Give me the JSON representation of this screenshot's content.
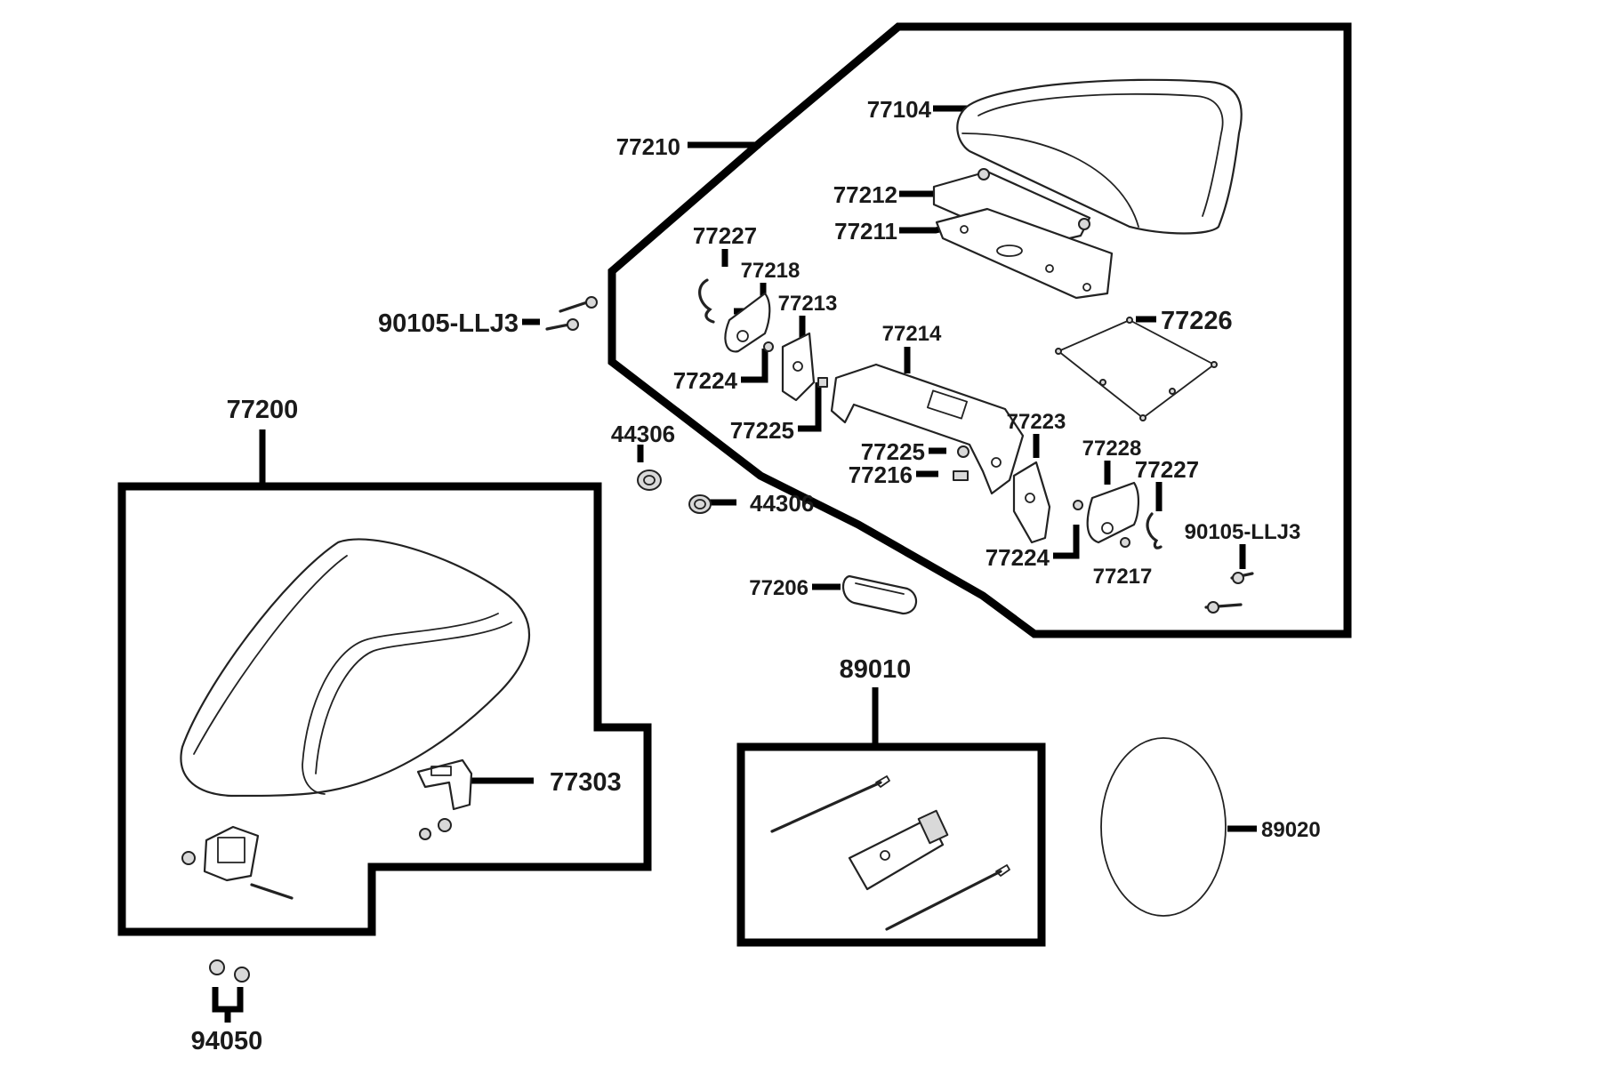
{
  "labels": {
    "p77104": "77104",
    "p77210": "77210",
    "p77212": "77212",
    "p77211": "77211",
    "p77227a": "77227",
    "p77218": "77218",
    "p77213": "77213",
    "p90105a": "90105-LLJ3",
    "p77214": "77214",
    "p77226": "77226",
    "p77224a": "77224",
    "p77225a": "77225",
    "p44306a": "44306",
    "p77225b": "77225",
    "p77216": "77216",
    "p77223": "77223",
    "p77228": "77228",
    "p77227b": "77227",
    "p44306b": "44306",
    "p90105b": "90105-LLJ3",
    "p77224b": "77224",
    "p77217": "77217",
    "p77206": "77206",
    "p77200": "77200",
    "p77303": "77303",
    "p89010": "89010",
    "p89020": "89020",
    "p94050": "94050"
  }
}
